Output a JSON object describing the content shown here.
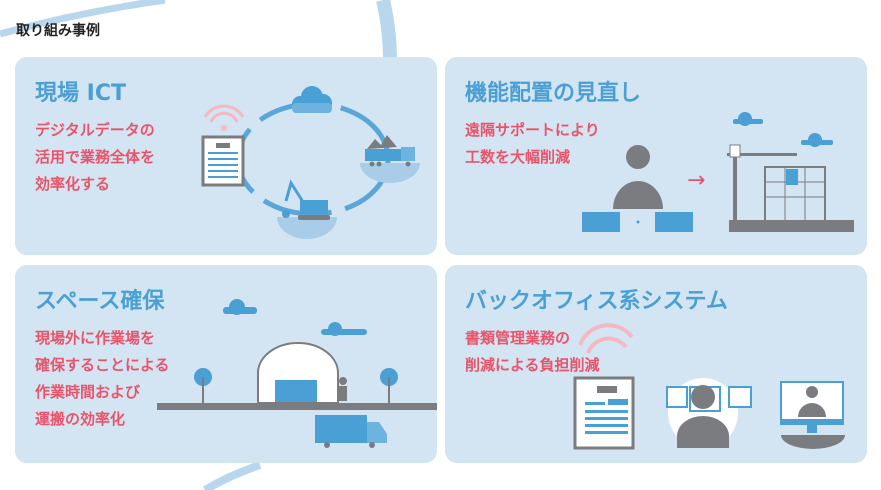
{
  "heading": "取り組み事例",
  "colors": {
    "card_bg": "#d3e5f2",
    "title": "#4a9fd4",
    "accent": "#e9546b",
    "icon_gray": "#7b7c80"
  },
  "cards": [
    {
      "title": "現場 ICT",
      "lines": [
        "デジタルデータの",
        "活用で業務全体を",
        "効率化する"
      ]
    },
    {
      "title": "機能配置の見直し",
      "lines": [
        "遠隔サポートにより",
        "工数を大幅削減"
      ]
    },
    {
      "title": "スペース確保",
      "lines": [
        "現場外に作業場を",
        "確保することによる",
        "作業時間および",
        "運搬の効率化"
      ]
    },
    {
      "title": "バックオフィス系システム",
      "lines": [
        "書類管理業務の",
        "削減による負担削減"
      ]
    }
  ]
}
